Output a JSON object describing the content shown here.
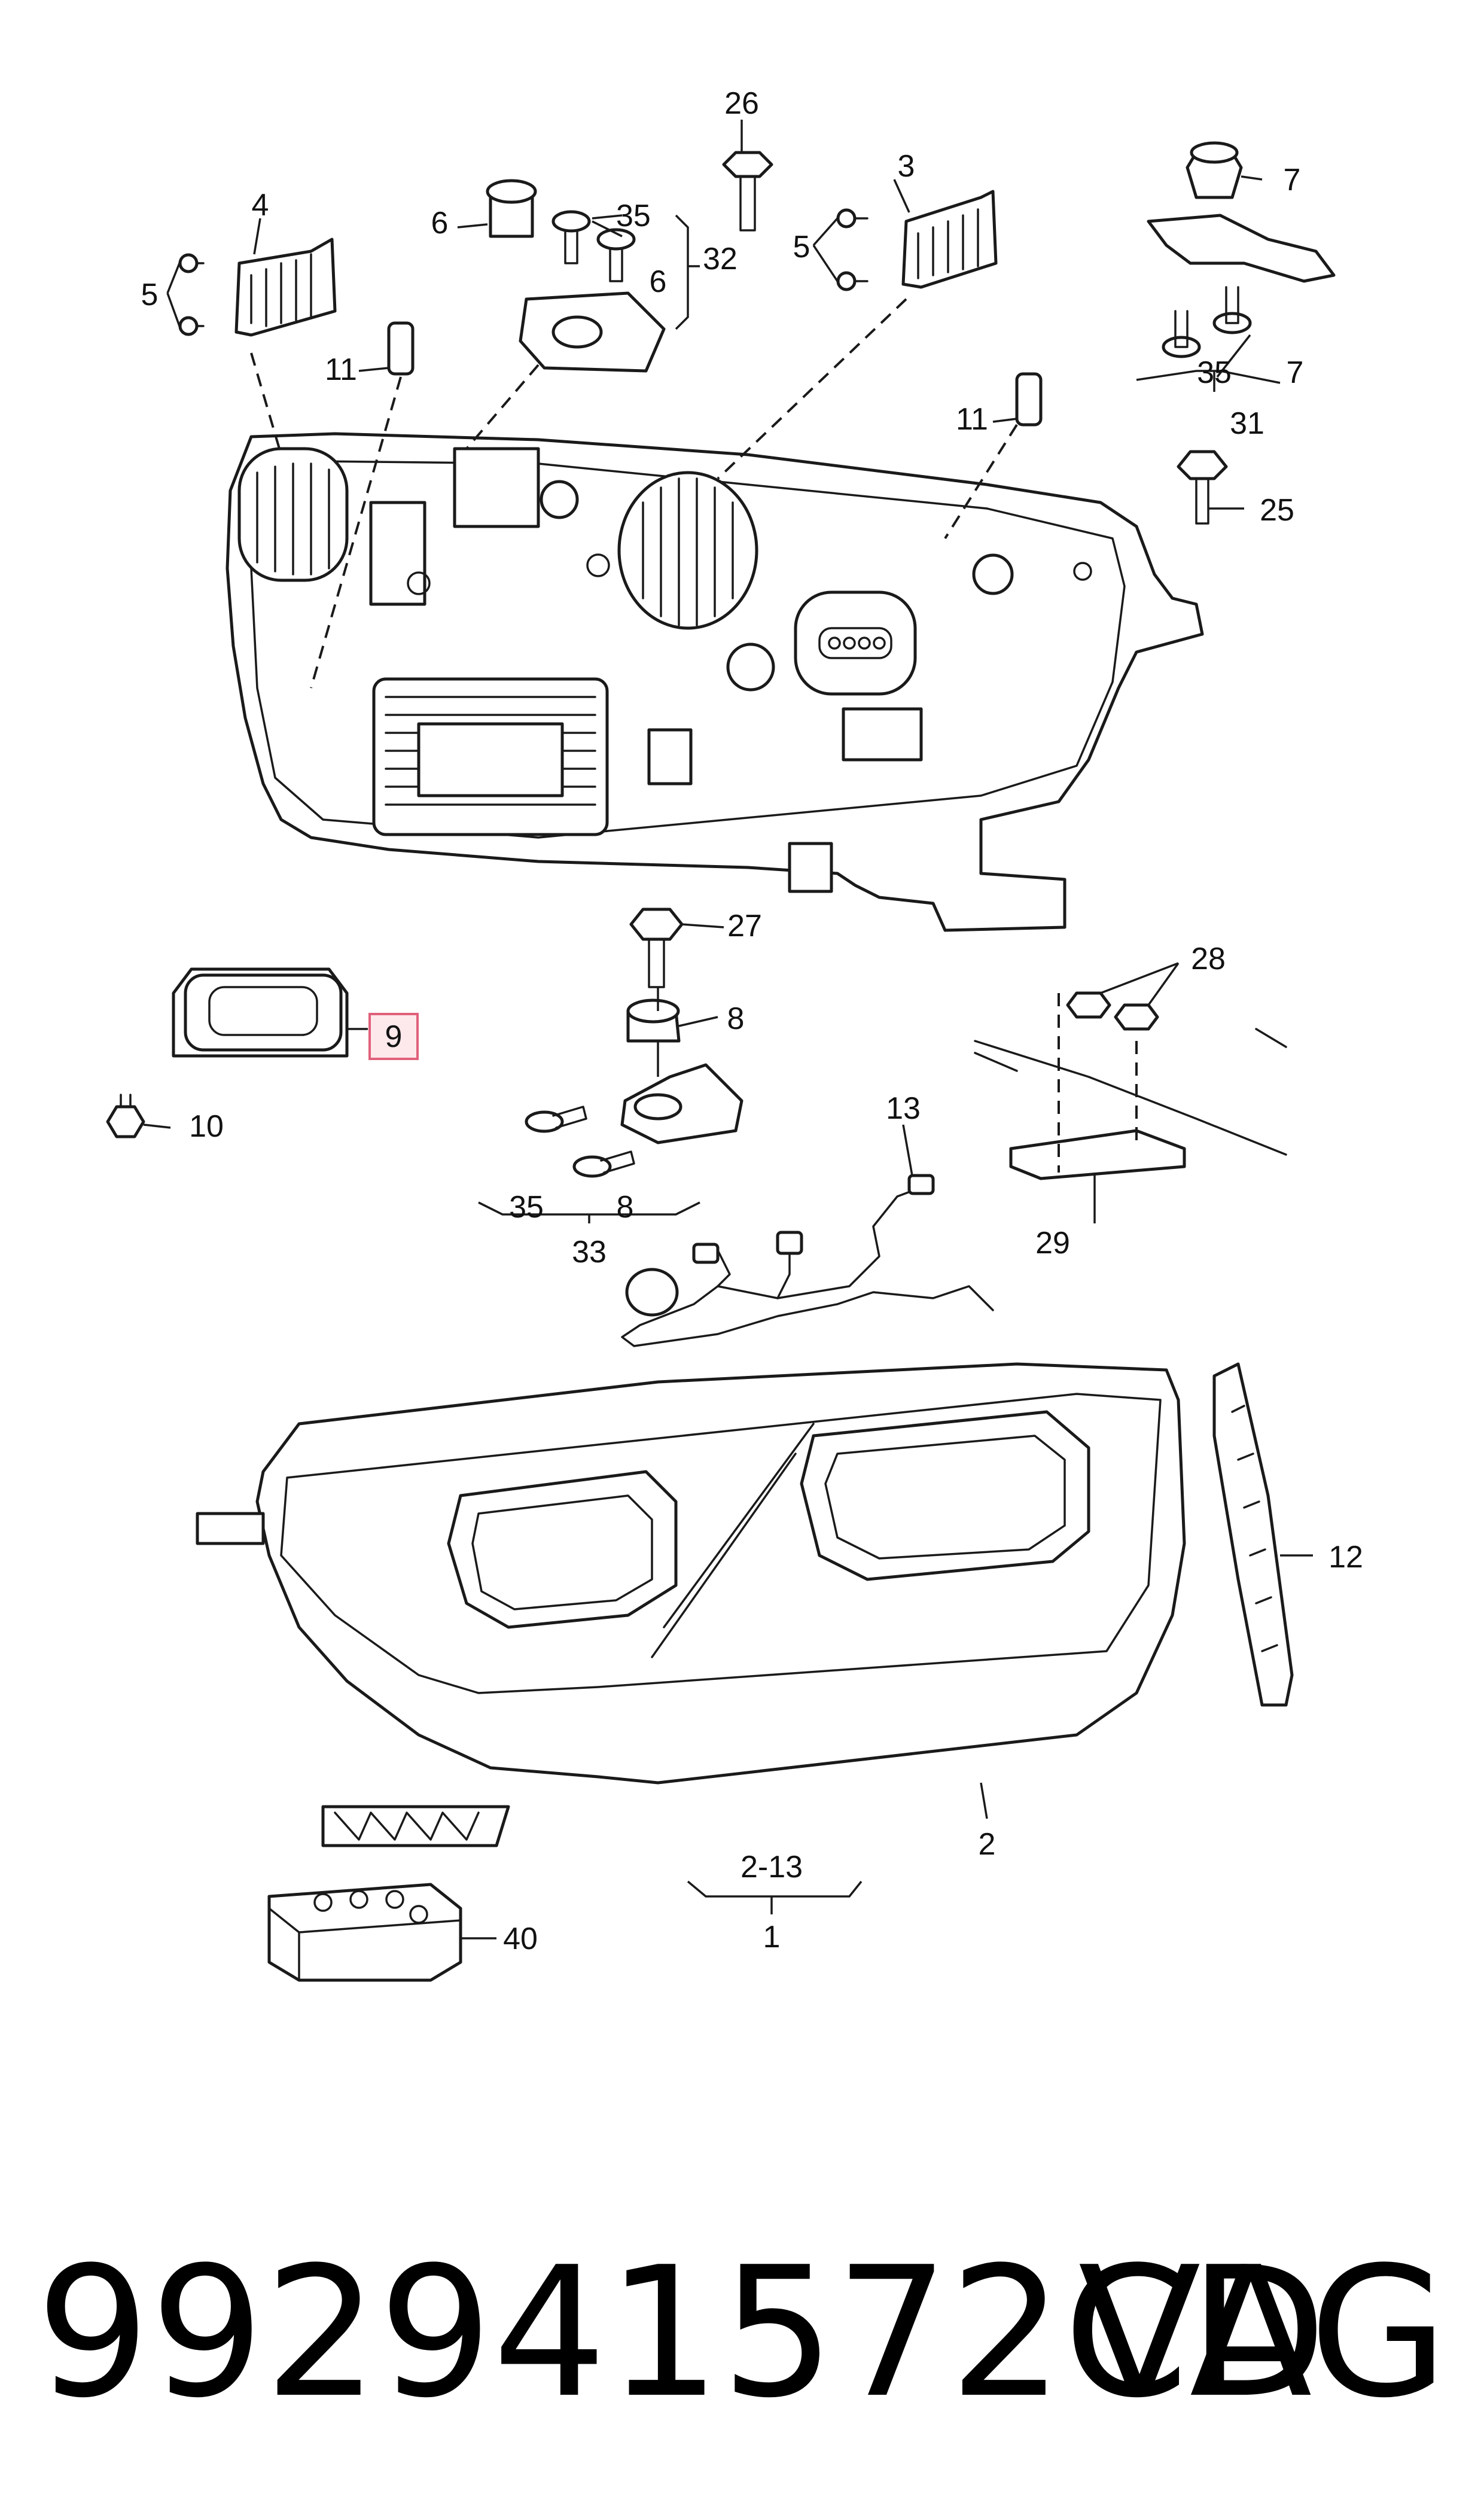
{
  "callouts": {
    "c26": "26",
    "c3": "3",
    "c4": "4",
    "c6a": "6",
    "c35a": "35",
    "c5a": "5",
    "c32": "32",
    "c6b": "6",
    "c5b": "5",
    "c7a": "7",
    "c11a": "11",
    "c35b": "35",
    "c7b": "7",
    "c31": "31",
    "c11b": "11",
    "c25": "25",
    "c27": "27",
    "c28": "28",
    "c9": "9",
    "c8a": "8",
    "c10": "10",
    "c13": "13",
    "c35c": "35",
    "c8b": "8",
    "c33": "33",
    "c29": "29",
    "c12": "12",
    "c2": "2",
    "c2_13": "2-13",
    "c1": "1",
    "c40": "40"
  },
  "highlight_color": "#e0607a",
  "footer": {
    "part_number": "992941572CD",
    "brand": "VAG"
  }
}
